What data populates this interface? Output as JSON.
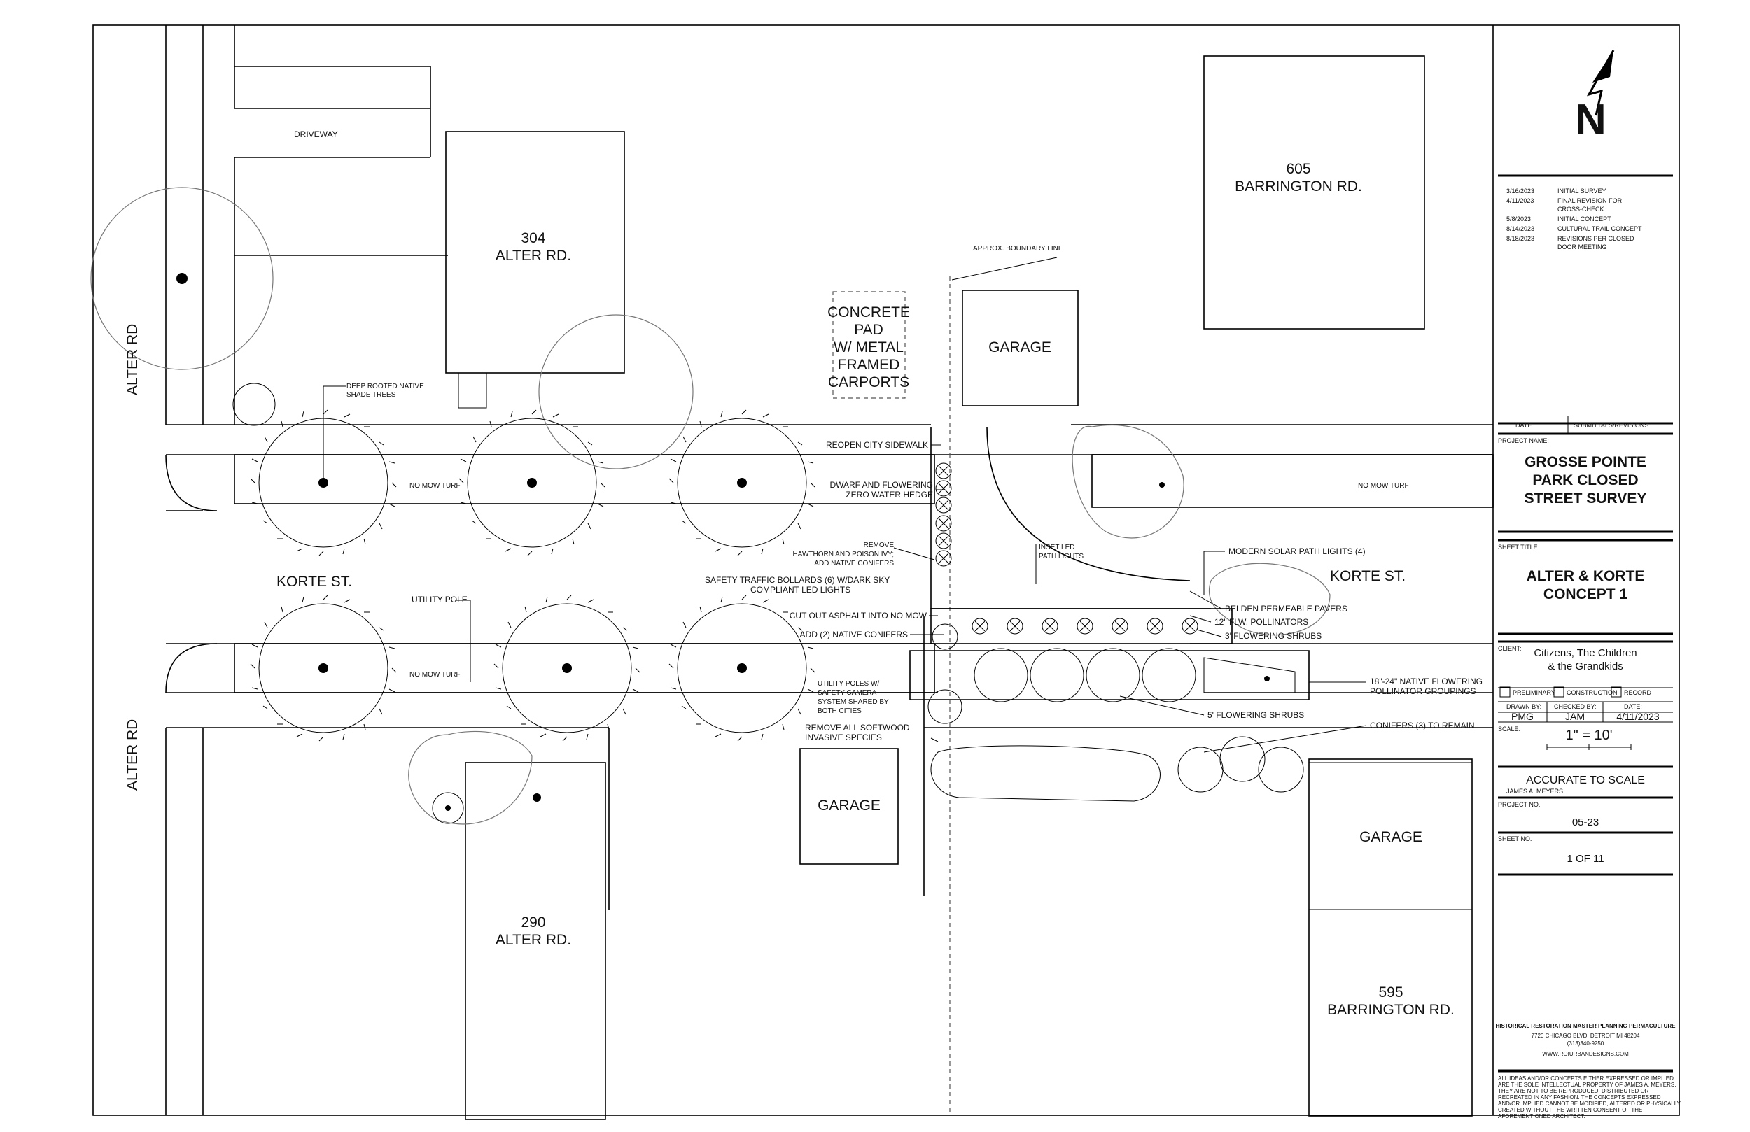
{
  "addresses": {
    "a304": [
      "304",
      "ALTER RD."
    ],
    "a290": [
      "290",
      "ALTER RD."
    ],
    "b605": [
      "605",
      "BARRINGTON RD."
    ],
    "b595": [
      "595",
      "BARRINGTON RD."
    ]
  },
  "streets": {
    "alter_top": "ALTER RD",
    "alter_bottom": "ALTER RD",
    "korte_left": "KORTE ST.",
    "korte_right": "KORTE ST."
  },
  "labels": {
    "driveway": "DRIVEWAY",
    "garage": "GARAGE",
    "concrete_pad": [
      "CONCRETE",
      "PAD",
      "W/ METAL",
      "FRAMED",
      "CARPORTS"
    ],
    "boundary": "APPROX. BOUNDARY LINE",
    "no_mow": "NO MOW TURF",
    "deep_rooted": [
      "DEEP ROOTED NATIVE",
      "SHADE TREES"
    ],
    "utility_pole": "UTILITY POLE",
    "reopen": "REOPEN CITY SIDEWALK",
    "dwarf_hedge": [
      "DWARF AND FLOWERING",
      "ZERO WATER HEDGE"
    ],
    "remove_hawthorn": [
      "REMOVE",
      "HAWTHORN AND POISON IVY;",
      "ADD NATIVE CONIFERS"
    ],
    "bollards": [
      "SAFETY TRAFFIC BOLLARDS (6) W/DARK SKY",
      "COMPLIANT LED LIGHTS"
    ],
    "cut_out": "CUT OUT ASPHALT INTO NO MOW",
    "add_conifers": "ADD (2) NATIVE CONIFERS",
    "utility_poles": [
      "UTILITY POLES W/",
      "SAFETY CAMERA",
      "SYSTEM SHARED BY",
      "BOTH CITIES"
    ],
    "remove_softwood": [
      "REMOVE ALL SOFTWOOD",
      "INVASIVE SPECIES"
    ],
    "inset_led": [
      "INSET LED",
      "PATH LIGHTS"
    ],
    "solar_lights": "MODERN SOLAR PATH LIGHTS (4)",
    "belden": "BELDEN PERMEABLE PAVERS",
    "pollinators": "12\" FLW. POLLINATORS",
    "shrubs3": "3' FLOWERING SHRUBS",
    "native_flowering": [
      "18\"-24\" NATIVE FLOWERING",
      "POLLINATOR GROUPINGS"
    ],
    "shrubs5": "5' FLOWERING SHRUBS",
    "conifers_remain": "CONIFERS (3) TO REMAIN"
  },
  "title_block": {
    "north": "N",
    "revisions": [
      {
        "date": "3/16/2023",
        "text": [
          "INITIAL SURVEY"
        ]
      },
      {
        "date": "4/11/2023",
        "text": [
          "FINAL REVISION FOR",
          "CROSS-CHECK"
        ]
      },
      {
        "date": "5/8/2023",
        "text": [
          "INITIAL CONCEPT"
        ]
      },
      {
        "date": "8/14/2023",
        "text": [
          "CULTURAL TRAIL CONCEPT"
        ]
      },
      {
        "date": "8/18/2023",
        "text": [
          "REVISIONS PER CLOSED",
          "DOOR MEETING"
        ]
      }
    ],
    "date_header": "DATE",
    "rev_header": "SUBMITTALS/REVISIONS",
    "project_name_label": "PROJECT NAME:",
    "project_name": [
      "GROSSE POINTE",
      "PARK CLOSED",
      "STREET SURVEY"
    ],
    "sheet_title_label": "SHEET TITLE:",
    "sheet_title": [
      "ALTER & KORTE",
      "CONCEPT 1"
    ],
    "client_label": "CLIENT:",
    "client": [
      "Citizens, The Children",
      "&  the Grandkids"
    ],
    "checks": [
      "PRELIMINARY",
      "CONSTRUCTION",
      "RECORD"
    ],
    "drawn_by_label": "DRAWN BY:",
    "checked_by_label": "CHECKED BY:",
    "date_label": "DATE:",
    "drawn_by": "PMG",
    "checked_by": "JAM",
    "date": "4/11/2023",
    "scale_label": "SCALE:",
    "scale": "1\" = 10'",
    "accurate": "ACCURATE TO SCALE",
    "designer": "JAMES A. MEYERS",
    "project_no_label": "PROJECT NO.",
    "project_no": "05-23",
    "sheet_no_label": "SHEET NO.",
    "sheet_no": "1 OF 11",
    "firm": [
      "HISTORICAL RESTORATION  MASTER PLANNING  PERMACULTURE",
      "7720 CHICAGO BLVD.  DETROIT MI 48204",
      "(313)340-9250",
      "WWW.ROIURBANDESIGNS.COM"
    ],
    "disclaimer": [
      "ALL IDEAS AND/OR CONCEPTS EITHER EXPRESSED OR IMPLIED",
      "ARE THE SOLE INTELLECTUAL PROPERTY OF JAMES A. MEYERS.",
      "THEY ARE NOT TO BE REPRODUCED, DISTRIBUTED OR",
      "RECREATED IN ANY FASHION. THE CONCEPTS EXPRESSED",
      "AND/OR IMPLIED CANNOT BE MODIFIED, ALTERED OR PHYSICALLY",
      "CREATED WITHOUT THE WRITTEN CONSENT OF THE",
      "AFOREMENTIONED ARCHITECT."
    ]
  }
}
